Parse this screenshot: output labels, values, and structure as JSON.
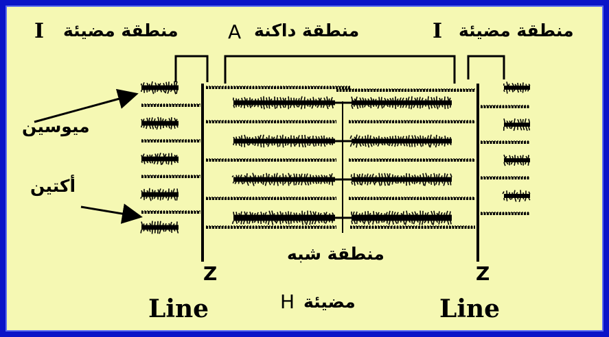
{
  "colors": {
    "outer_border": "#0a14c8",
    "panel_background": "#f5f8b3",
    "ink": "#000000"
  },
  "labels": {
    "i_band_left": {
      "text": "منطقة مضيئة",
      "letter": "I"
    },
    "a_band": {
      "text": "منطقة داكنة",
      "letter": "A"
    },
    "i_band_right": {
      "text": "منطقة مضيئة",
      "letter": "I"
    },
    "myosin": "ميوسين",
    "actin": "أكتين",
    "h_zone_line1": "منطقة شبه",
    "h_zone_line2": "مضيئة",
    "h_letter": "H",
    "z_left": "Z",
    "z_right": "Z",
    "line_left": "Line",
    "line_right": "Line"
  }
}
